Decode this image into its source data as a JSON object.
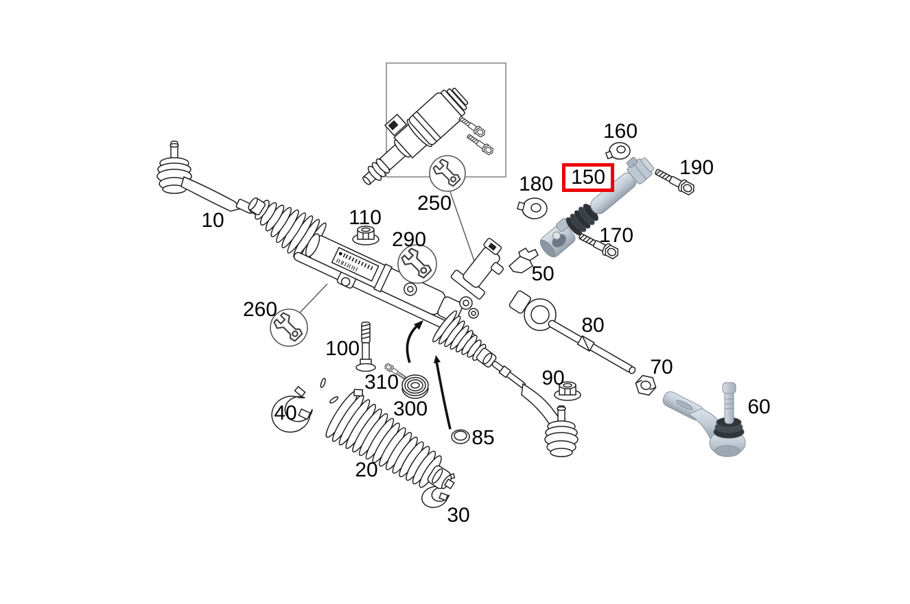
{
  "diagram": {
    "background_color": "#ffffff",
    "line_color": "#1f1f1f",
    "highlight": {
      "part_number": "150",
      "box_color": "#ee0000"
    },
    "service_icons": {
      "glyph": "wrench-icon",
      "locations": [
        "inset-box-bottom",
        "callout-290",
        "callout-260"
      ]
    },
    "labels": {
      "p10": "10",
      "p20": "20",
      "p30": "30",
      "p40": "40",
      "p50": "50",
      "p60": "60",
      "p70": "70",
      "p80": "80",
      "p85": "85",
      "p90": "90",
      "p100": "100",
      "p110": "110",
      "p150": "150",
      "p160": "160",
      "p170": "170",
      "p180": "180",
      "p190": "190",
      "p250": "250",
      "p260": "260",
      "p290": "290",
      "p300": "300",
      "p310": "310"
    }
  }
}
